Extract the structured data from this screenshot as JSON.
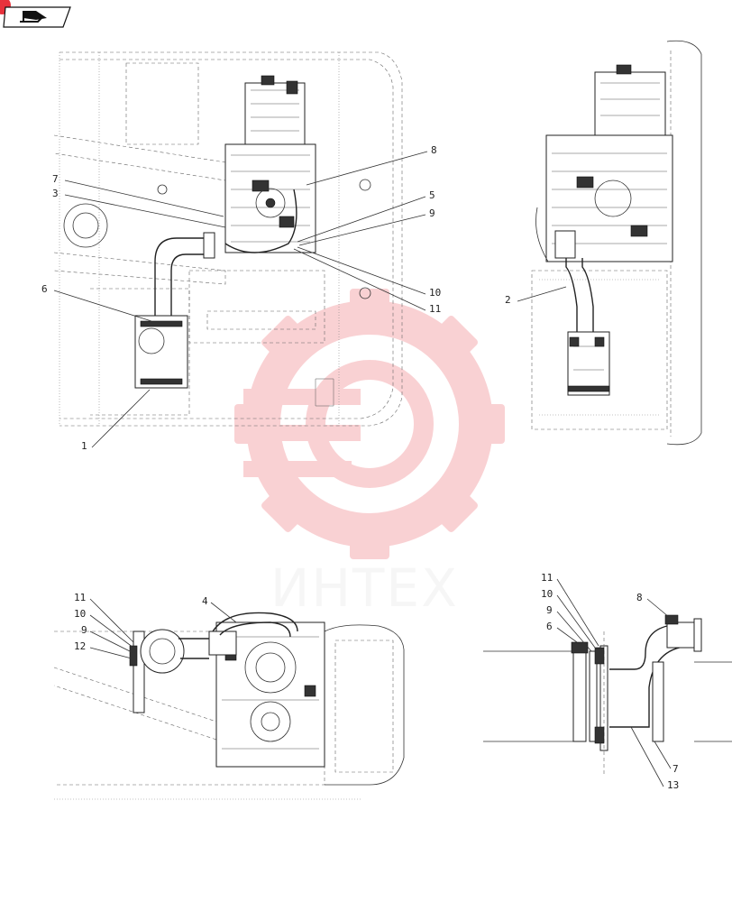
{
  "header": {
    "nav_icon": "page-flag-icon",
    "badge_color": "#e8323c"
  },
  "watermark": {
    "text": "ИНТЕХ",
    "color": "#e8323c"
  },
  "view_top_left": {
    "callouts": [
      "8",
      "7",
      "3",
      "5",
      "9",
      "6",
      "10",
      "11",
      "1"
    ]
  },
  "view_top_right": {
    "callouts": [
      "2"
    ]
  },
  "view_bottom_left": {
    "callouts": [
      "4",
      "11",
      "10",
      "9",
      "12"
    ]
  },
  "view_bottom_right": {
    "callouts": [
      "11",
      "10",
      "9",
      "6",
      "8",
      "7",
      "13"
    ]
  }
}
